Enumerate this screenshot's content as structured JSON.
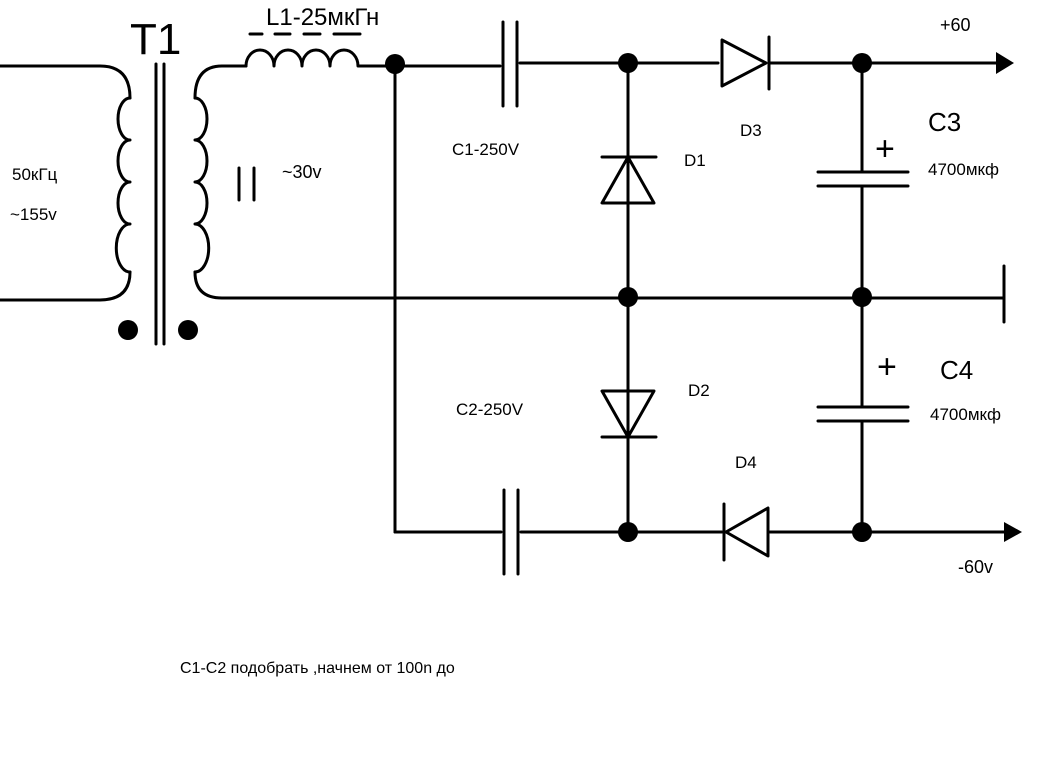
{
  "colors": {
    "ink": "#000000",
    "background": "#ffffff"
  },
  "labels": {
    "transformer": "T1",
    "winding_secondary": "II",
    "inductor": "L1-25мкГн",
    "primary_freq": "50кГц",
    "primary_voltage": "~155v",
    "secondary_voltage": "~30v",
    "c1": "C1-250V",
    "c2": "C2-250V",
    "d1": "D1",
    "d2": "D2",
    "d3": "D3",
    "d4": "D4",
    "c3": "C3",
    "c3_value": "4700мкф",
    "c4": "C4",
    "c4_value": "4700мкф",
    "out_pos": "+60",
    "out_neg": "-60v",
    "note": "C1-C2  подобрать ,начнем от 100n до"
  },
  "symbols": {
    "plus_c3": "+",
    "plus_c4": "+"
  }
}
